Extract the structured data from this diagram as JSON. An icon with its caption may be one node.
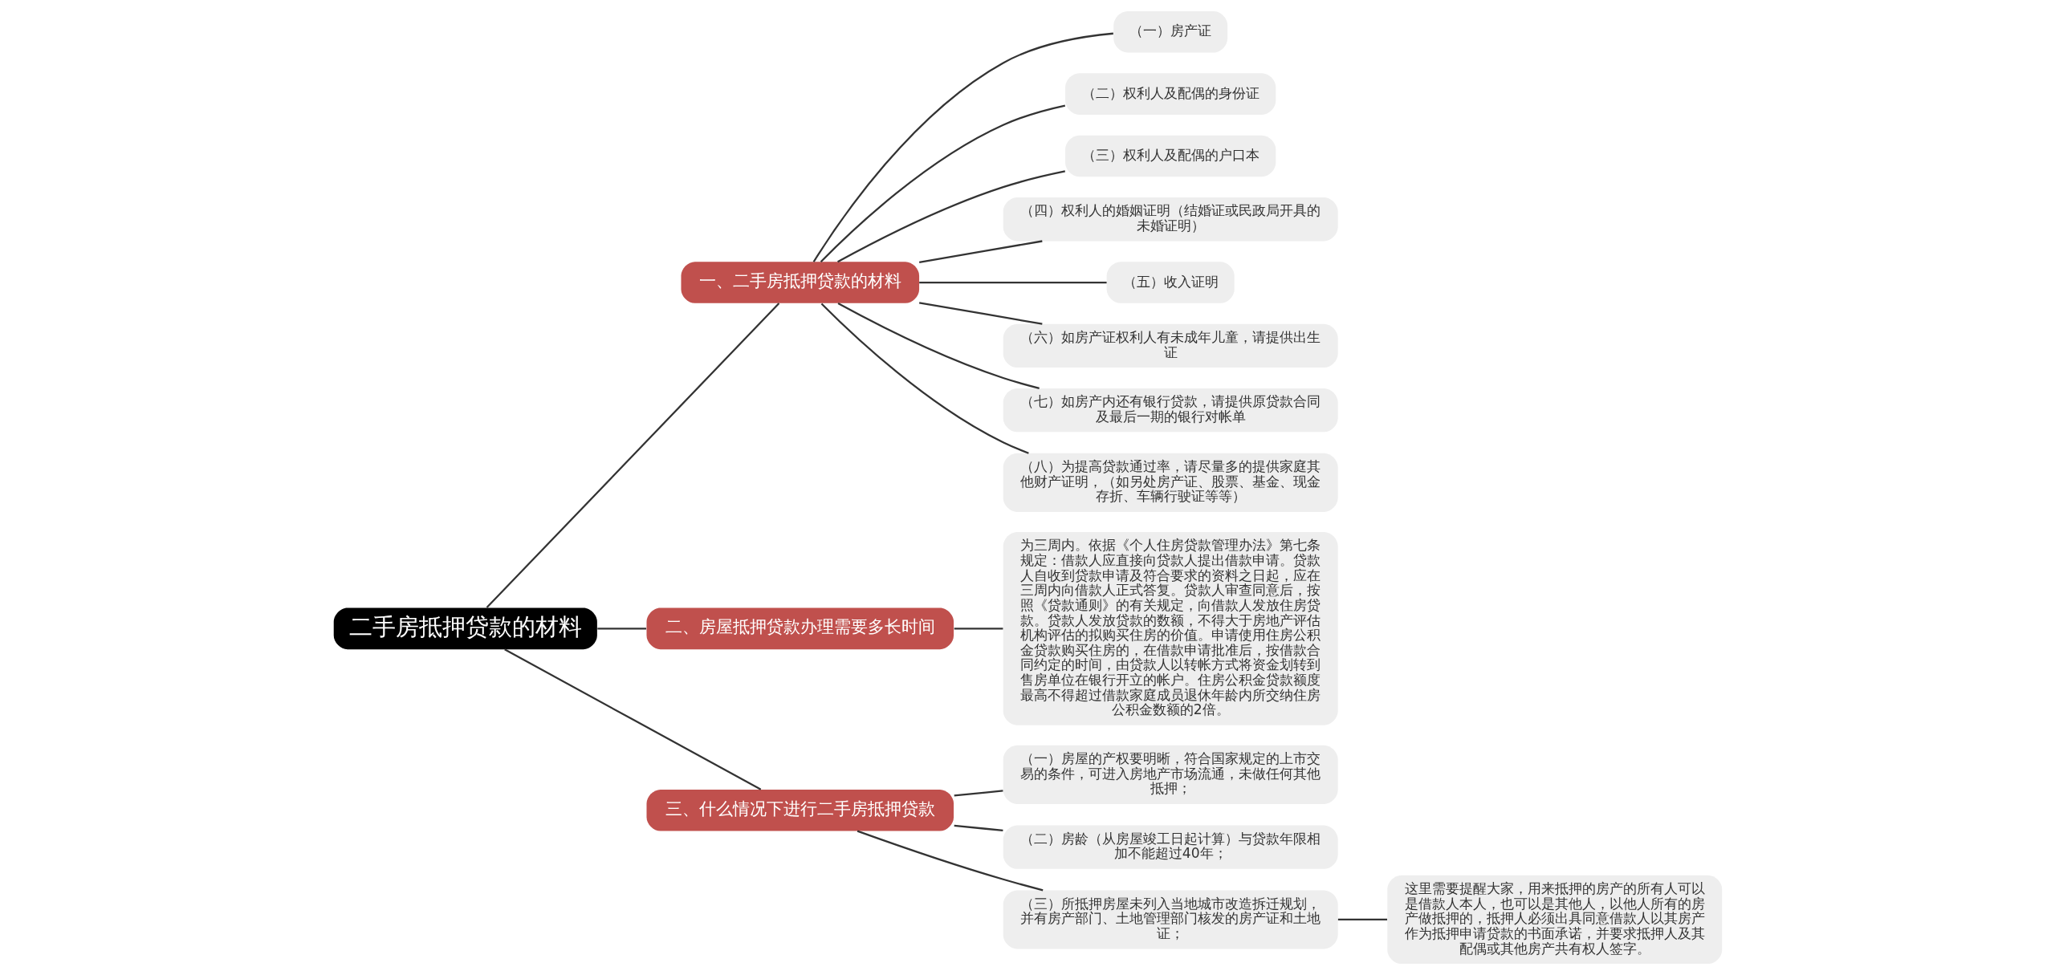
{
  "diagram": {
    "nodes": [
      {
        "text": [
          "二手房抵押贷款的材料"
        ]
      },
      {
        "text": [
          "一、二手房抵押贷款的材料"
        ]
      },
      {
        "text": [
          "（一）房产证"
        ]
      },
      {
        "text": [
          "（二）权利人及配偶的身份证"
        ]
      },
      {
        "text": [
          "（三）权利人及配偶的户口本"
        ]
      },
      {
        "text": [
          "（四）权利人的婚姻证明（结婚证或民政局开具的未婚证明）"
        ]
      },
      {
        "text": [
          "（五）收入证明"
        ]
      },
      {
        "text": [
          "（六）如房产证权利人有未成年儿童，请提供出生证"
        ]
      },
      {
        "text": [
          "（七）如房产内还有银行贷款，请提供原贷款合同及最后一期的银行对帐单"
        ]
      },
      {
        "text": [
          "（八）为提高贷款通过率，请尽量多的提供家庭其他财产证明，（如另处房产证、股票、基金、现金存折、车辆行驶证等等）"
        ]
      },
      {
        "text": [
          "二、房屋抵押贷款办理需要多长时间"
        ]
      },
      {
        "text": [
          "为三周内。依据《个人住房贷款管理办法》第七条规定：借款人应直接向贷款人提出借款申请。贷款人自收到贷款申请及符合要求的资料之日起，应在三周内向借款人正式答复。贷款人审查同意后，按照《贷款通则》的有关规定，向借款人发放住房贷款。贷款人发放贷款的数额，不得大于房地产评估机构评估的拟购买住房的价值。申请使用住房公积金贷款购买住房的，在借款申请批准后，按借款合同约定的时间，由贷款人以转帐方式将资金划转到售房单位在银行开立的帐户。住房公积金贷款额度最高不得超过借款家庭成员退休年龄内所交纳住房公积金数额的2倍。"
        ]
      },
      {
        "text": [
          "三、什么情况下进行二手房抵押贷款"
        ]
      },
      {
        "text": [
          "（一）房屋的产权要明晰，符合国家规定的上市交易的条件，可进入房地产市场流通，未做任何其他抵押；"
        ]
      },
      {
        "text": [
          "（二）房龄（从房屋竣工日起计算）与贷款年限相加不能超过40年；"
        ]
      },
      {
        "text": [
          "（三）所抵押房屋未列入当地城市改造拆迁规划，并有房产部门、土地管理部门核发的房产证和土地证；"
        ]
      },
      {
        "text": [
          "这里需要提醒大家，用来抵押的房产的所有人可以是借款人本人，也可以是其他人，以他人所有的房产做抵押的，抵押人必须出具同意借款人以其房产作为抵押申请贷款的书面承诺，并要求抵押人及其配偶或其他房产共有权人签字。"
        ]
      }
    ],
    "edges": [
      {
        "from": 0,
        "to": 1,
        "arrow": "none"
      },
      {
        "from": 1,
        "to": 2,
        "arrow": "none"
      },
      {
        "from": 1,
        "to": 3,
        "arrow": "none"
      },
      {
        "from": 1,
        "to": 4,
        "arrow": "none"
      },
      {
        "from": 1,
        "to": 5,
        "arrow": "none"
      },
      {
        "from": 1,
        "to": 6,
        "arrow": "none"
      },
      {
        "from": 1,
        "to": 7,
        "arrow": "none"
      },
      {
        "from": 1,
        "to": 8,
        "arrow": "none"
      },
      {
        "from": 1,
        "to": 9,
        "arrow": "none"
      },
      {
        "from": 0,
        "to": 10,
        "arrow": "none"
      },
      {
        "from": 10,
        "to": 11,
        "arrow": "none"
      },
      {
        "from": 0,
        "to": 12,
        "arrow": "none"
      },
      {
        "from": 12,
        "to": 13,
        "arrow": "none"
      },
      {
        "from": 12,
        "to": 14,
        "arrow": "none"
      },
      {
        "from": 12,
        "to": 15,
        "arrow": "none"
      },
      {
        "from": 15,
        "to": 16,
        "arrow": "none"
      }
    ]
  }
}
